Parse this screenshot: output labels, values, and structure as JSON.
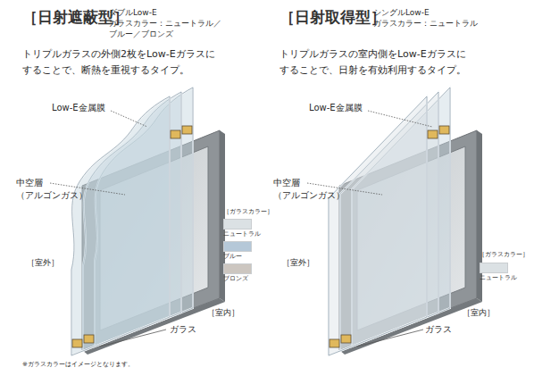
{
  "diagram": {
    "labels": [
      "［日射遮蔽型］",
      "ダブルLow-E",
      "ガラスカラー：ニュートラル／ ブルー／ブロンズ",
      "トリプルガラスの外側2枚をLow-Eガラスに することで、断熱を重視するタイプ。",
      "Low-E金属膜",
      "中空層 （アルゴンガス）",
      "［室外］",
      "［ガラスカラー］",
      "［室内］",
      "ガラス",
      "［日射取得型］",
      "シングルLow-E",
      "ガラスカラー：ニュートラル",
      "トリプルガラスの室内側をLow-Eガラスに することで、日射を有効利用するタイプ。",
      "Low-E金属膜",
      "中空層 （アルゴンガス）",
      "［室外］",
      "［ガラスカラー］",
      "［室内］",
      "ガラス",
      "※ガラスカラーはイメージとなります。"
    ],
    "legend": [
      {
        "text": "ニュートラル",
        "color": "#dbe1e4"
      },
      {
        "text": "ブルー",
        "color": "#b5c8d8"
      },
      {
        "text": "ブロンズ",
        "color": "#ccc6c0"
      },
      {
        "text": "ニュートラル",
        "color": "#dbe1e4"
      }
    ]
  }
}
